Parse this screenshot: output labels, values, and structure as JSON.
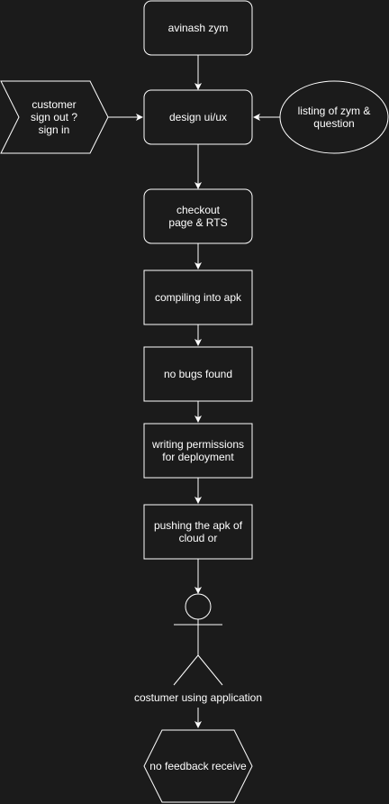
{
  "diagram": {
    "colors": {
      "background": "#1b1b1b",
      "stroke": "#ffffff",
      "text": "#ffffff"
    },
    "nodes": {
      "avinash": "avinash zym",
      "design": "design ui/ux",
      "customer": "customer\nsign out ?\nsign in",
      "listing": "listing of zym &\nquestion",
      "checkout": "checkout\npage & RTS",
      "compiling": "compiling into apk",
      "bugs": "no bugs found",
      "permissions": "writing permissions\nfor deployment",
      "pushing": "pushing the apk of\ncloud or",
      "actor": "costumer using application",
      "feedback": "no feedback receive"
    }
  }
}
